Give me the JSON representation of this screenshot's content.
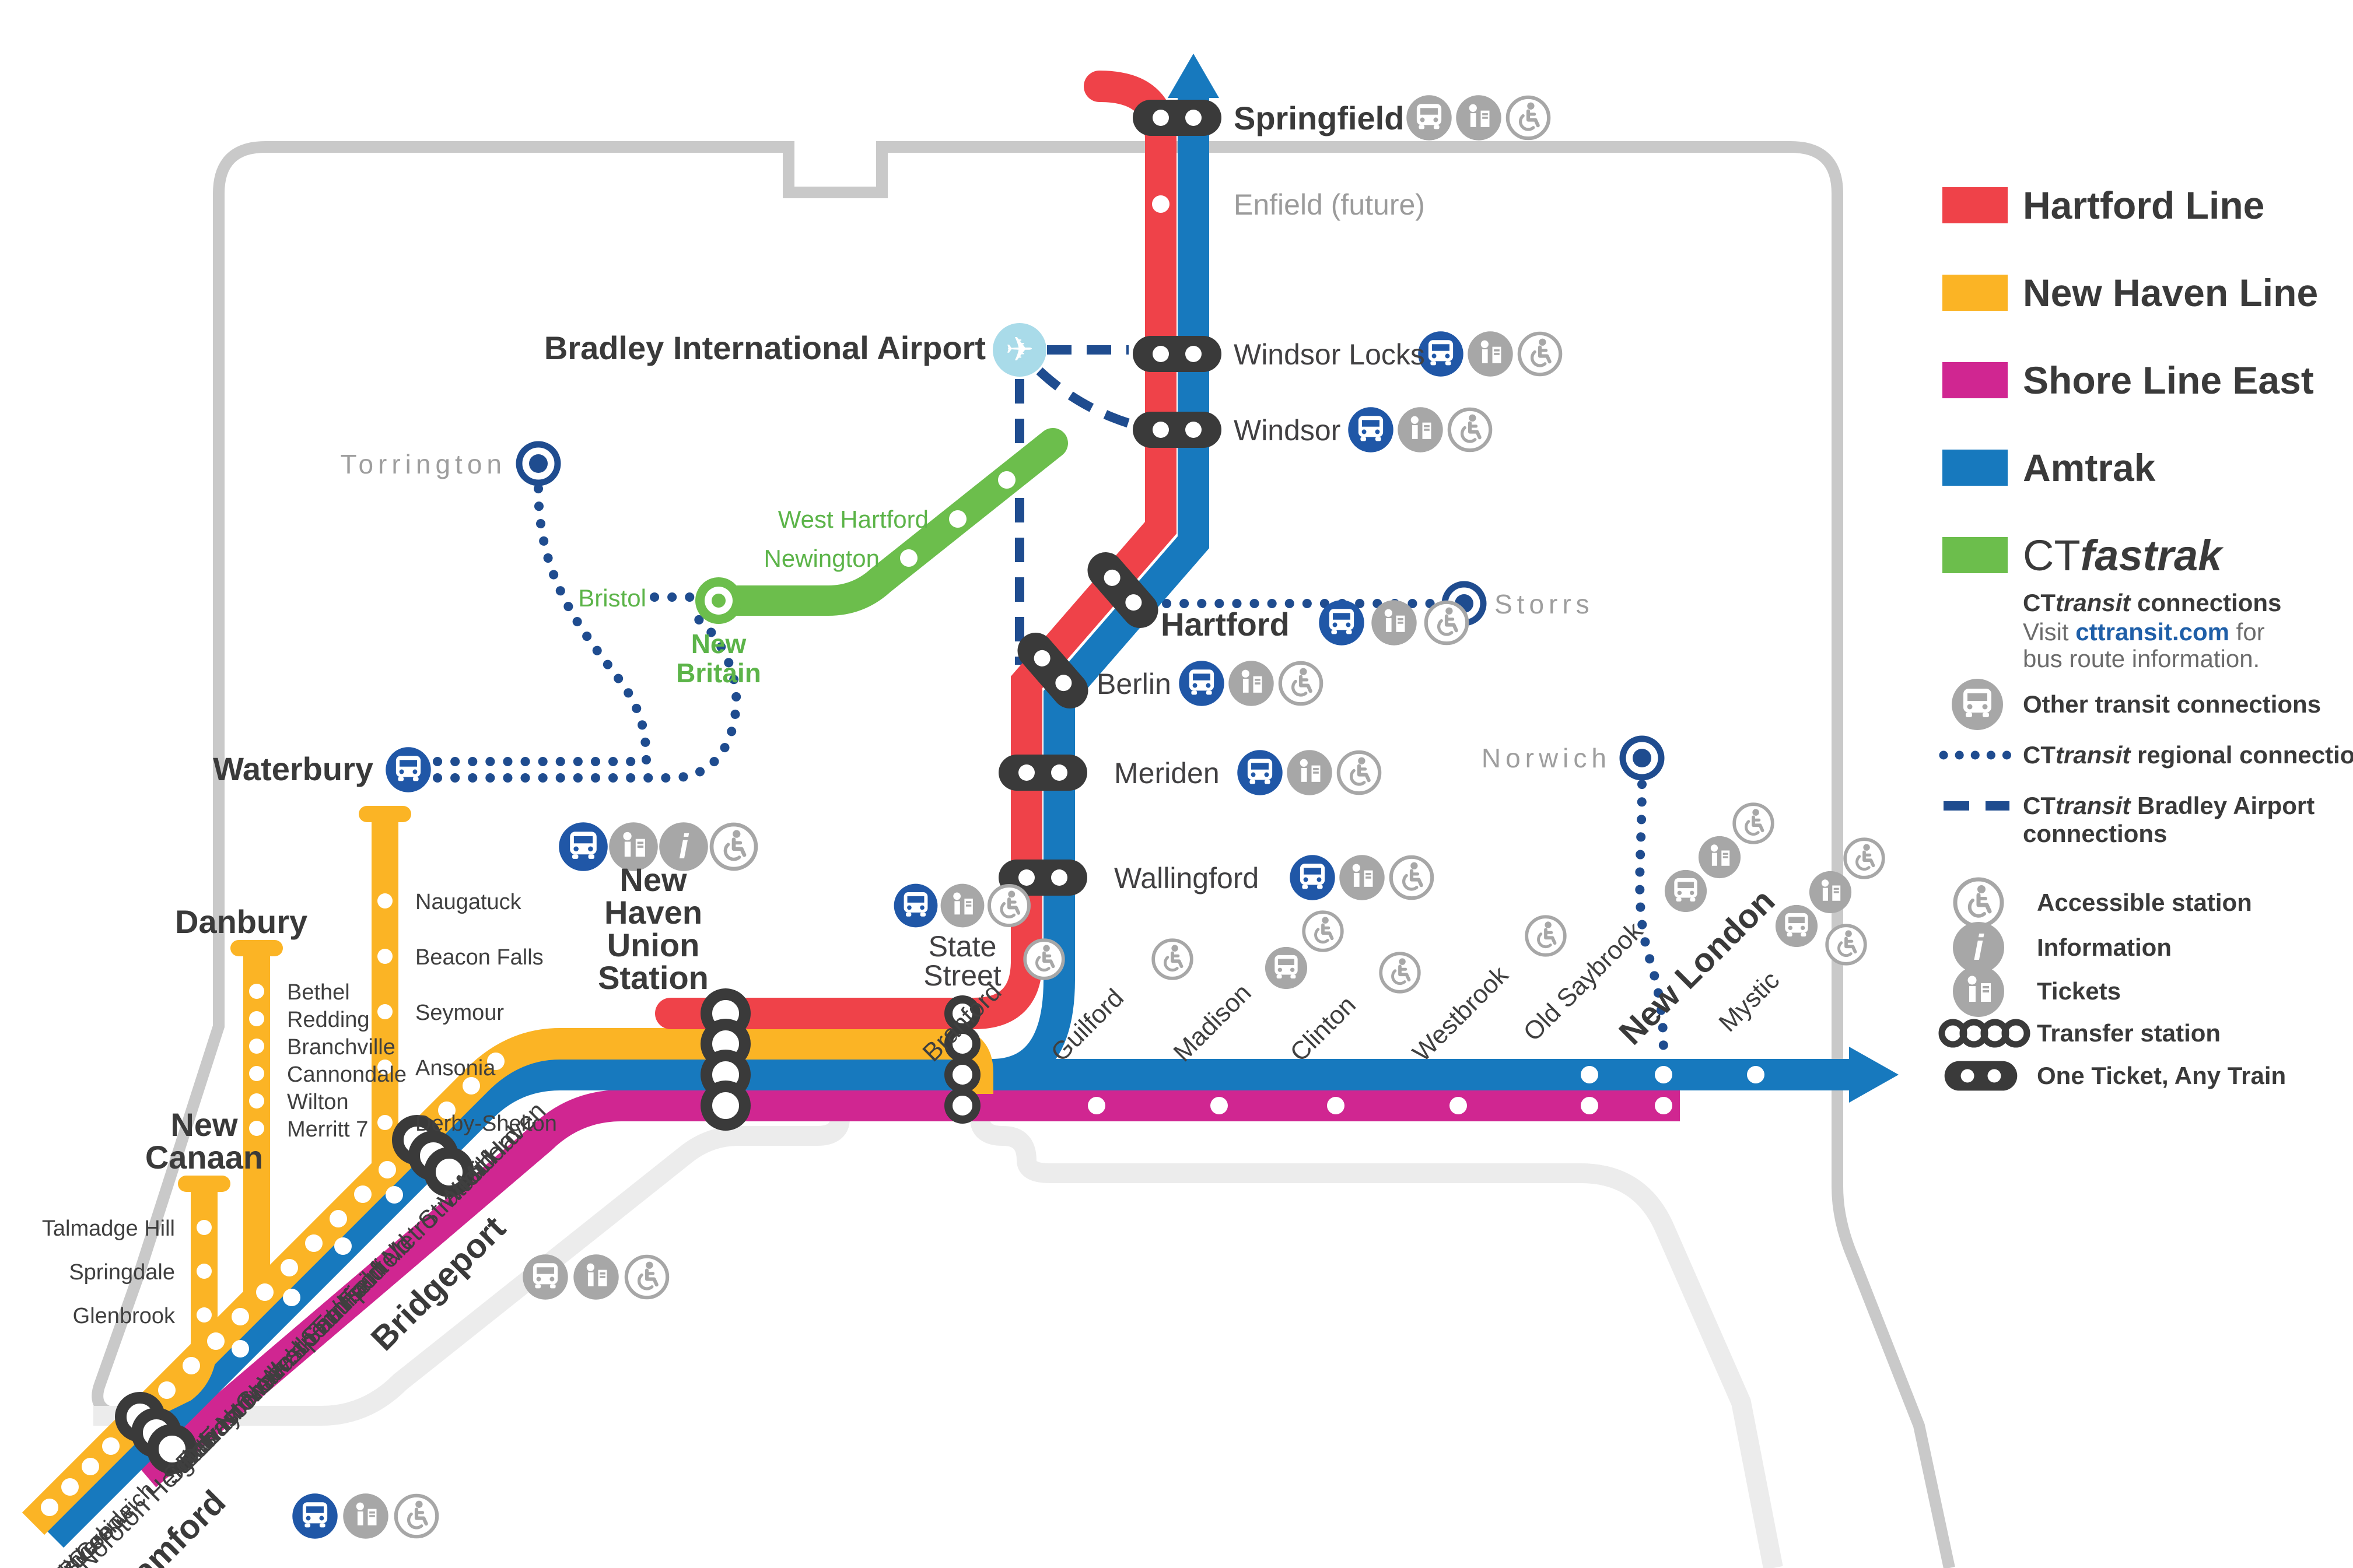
{
  "colors": {
    "hartford_line": "#EF4249",
    "new_haven_line": "#FBB425",
    "shore_line_east": "#D02691",
    "amtrak": "#1779BE",
    "ctfastrak": "#6CBE4C",
    "connection_navy": "#1F4C8F",
    "icon_gray": "#A7A7A7",
    "bus_blue": "#2057A7",
    "dark": "#3A3A3A"
  },
  "st": {
    "sp": "Springfield",
    "enfield": "Enfield (future)",
    "wl": "Windsor Locks",
    "windsor": "Windsor",
    "bradley": "Bradley International Airport",
    "torrington": "Torrington",
    "storrs": "Storrs",
    "hartford": "Hartford",
    "wh": "West Hartford",
    "newington": "Newington",
    "nb": [
      "New",
      "Britain"
    ],
    "bristol": "Bristol",
    "berlin": "Berlin",
    "meriden": "Meriden",
    "waterbury": "Waterbury",
    "naugatuck": "Naugatuck",
    "beacon": "Beacon Falls",
    "seymour": "Seymour",
    "ansonia": "Ansonia",
    "derby": "Derby-Shelton",
    "wallingford": "Wallingford",
    "danbury": "Danbury",
    "bethel": "Bethel",
    "redding": "Redding",
    "branchville": "Branchville",
    "cannondale": "Cannondale",
    "wilton": "Wilton",
    "merritt": "Merritt 7",
    "nc": [
      "New",
      "Canaan"
    ],
    "talmadge": "Talmadge Hill",
    "springdale": "Springdale",
    "glenbrook": "Glenbrook",
    "nhus": [
      "New",
      "Haven",
      "Union",
      "Station"
    ],
    "ss": [
      "State",
      "Street"
    ],
    "norwich": "Norwich",
    "branford": "Branford",
    "guilford": "Guilford",
    "madison": "Madison",
    "clinton": "Clinton",
    "westbrook": "Westbrook",
    "os": "Old Saybrook",
    "nl": "New London",
    "mystic": "Mystic",
    "wthaven": "West Haven",
    "milford": "Milford",
    "stratford": "Stratford",
    "bpt": "Bridgeport",
    "fm": "Fairfield Metro",
    "fairfield": "Fairfield",
    "southport": "Southport",
    "gf": "Green's Farms",
    "westport": "Westport",
    "en": "East Norwalk",
    "sn": "South Norwalk",
    "rowayton": "Rowayton",
    "darien": "Darien",
    "noroton": "Noroton Heights",
    "stamford": "Stamford",
    "og": "Old Greenwich",
    "riverside": "Riverside",
    "coscob": "Cos Cob",
    "greenwich": "Greenwich"
  },
  "legend": {
    "lines": [
      {
        "label": "Hartford Line",
        "color": "#EF4249"
      },
      {
        "label": "New Haven Line",
        "color": "#FBB425"
      },
      {
        "label": "Shore Line East",
        "color": "#D02691"
      },
      {
        "label": "Amtrak",
        "color": "#1779BE"
      }
    ],
    "ctfastrak": {
      "prefix": "CT",
      "name": "fastrak"
    },
    "cttransit_connections": {
      "prefix": "CT",
      "italic": "transit",
      "rest": " connections"
    },
    "visit": {
      "pre": "Visit ",
      "link": "cttransit.com",
      "post": " for"
    },
    "bus_route": "bus route information.",
    "other_transit": "Other transit connections",
    "regional": {
      "prefix": "CT",
      "italic": "transit",
      "rest": " regional connection"
    },
    "bradley_conn": {
      "prefix": "CT",
      "italic": "transit",
      "rest": " Bradley Airport"
    },
    "bradley_conn2": "connections",
    "symbols": {
      "accessible": "Accessible station",
      "information": "Information",
      "tickets": "Tickets",
      "transfer": "Transfer station",
      "one_ticket": "One Ticket, Any Train"
    }
  }
}
